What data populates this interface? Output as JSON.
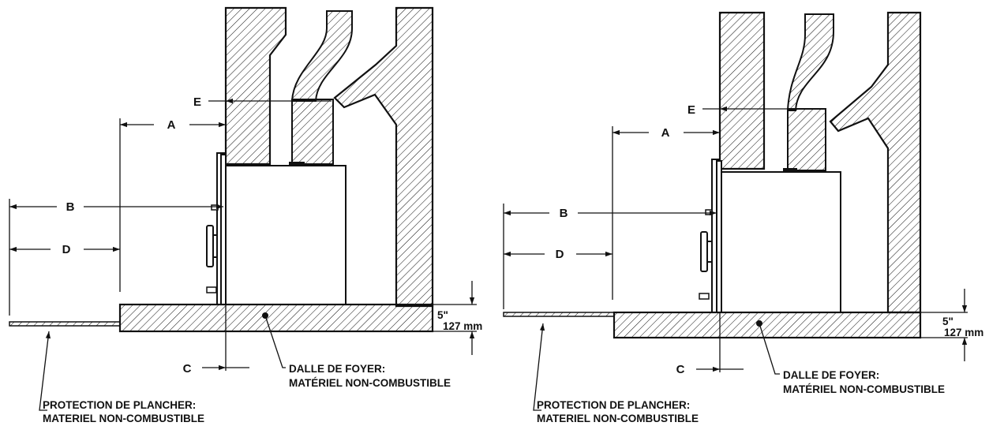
{
  "colors": {
    "line": "#111111",
    "background": "#ffffff"
  },
  "figures": [
    {
      "labels": {
        "A": "A",
        "B": "B",
        "C": "C",
        "D": "D",
        "E": "E"
      },
      "height_inch": "5\"",
      "height_mm": "127 mm",
      "hearth_line1": "DALLE DE FOYER:",
      "hearth_line2": "MATÉRIEL NON-COMBUSTIBLE",
      "floor_line1": "PROTECTION DE PLANCHER:",
      "floor_line2": "MATERIEL NON-COMBUSTIBLE"
    },
    {
      "labels": {
        "A": "A",
        "B": "B",
        "C": "C",
        "D": "D",
        "E": "E"
      },
      "height_inch": "5\"",
      "height_mm": "127 mm",
      "hearth_line1": "DALLE DE FOYER:",
      "hearth_line2": "MATÉRIEL NON-COMBUSTIBLE",
      "floor_line1": "PROTECTION DE PLANCHER:",
      "floor_line2": "MATERIEL NON-COMBUSTIBLE"
    }
  ]
}
